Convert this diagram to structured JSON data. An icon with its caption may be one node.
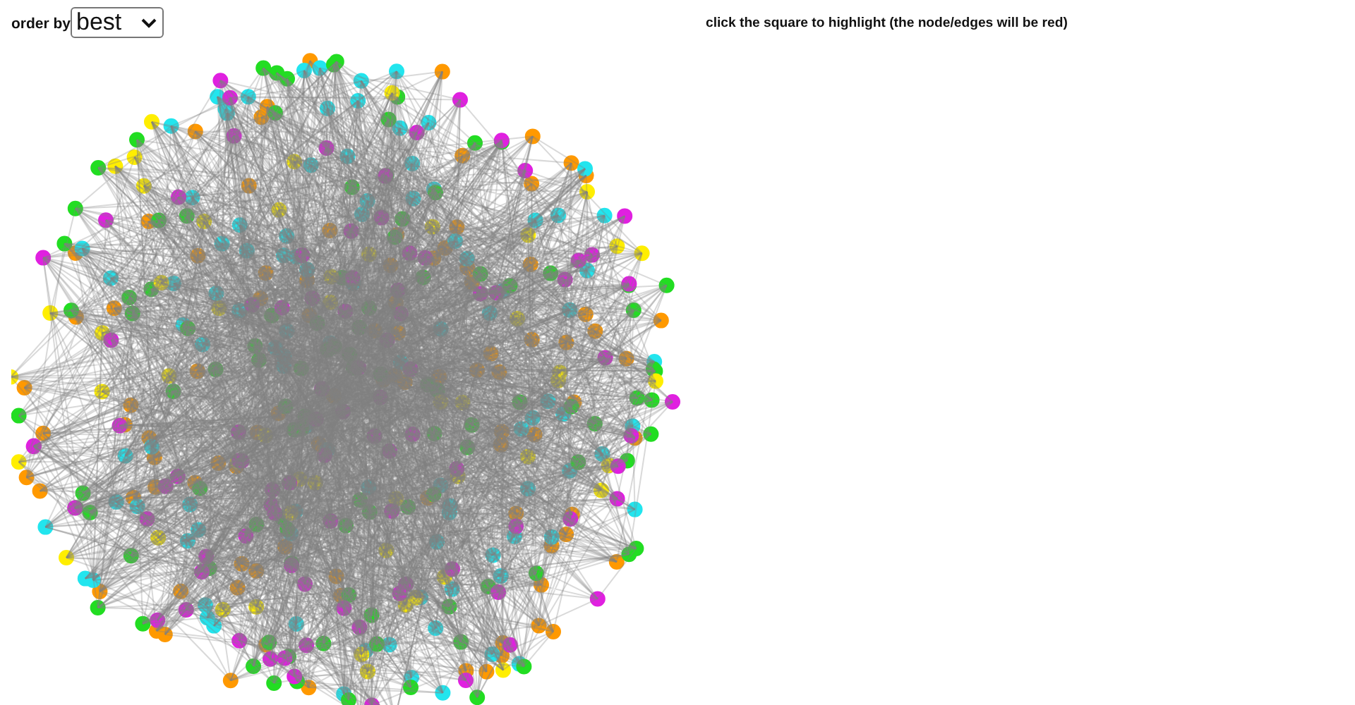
{
  "diagram": {
    "labels": [
      "order by",
      "best",
      "click the square to highlight (the node/edges will be red)"
    ]
  }
}
